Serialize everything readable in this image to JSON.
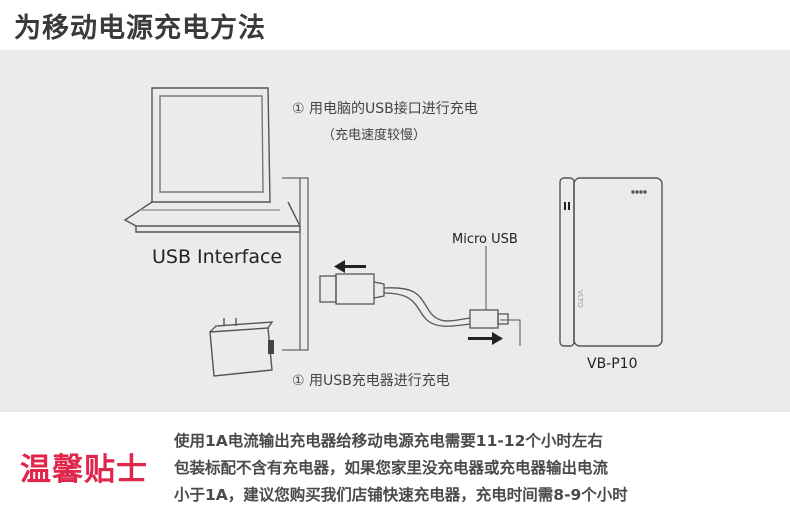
{
  "header": {
    "title": "为移动电源充电方法"
  },
  "diagram": {
    "method1_label": "① 用电脑的USB接口进行充电",
    "method1_note": "（充电速度较慢）",
    "usb_interface_label": "USB Interface",
    "micro_usb_label": "Micro USB",
    "device_model": "VB-P10",
    "device_brand": "VLTO",
    "method2_label": "① 用USB充电器进行充电"
  },
  "tips": {
    "title": "温馨贴士",
    "lines": [
      "使用1A电流输出充电器给移动电源充电需要11-12个小时左右",
      "包装标配不含有充电器，如果您家里没充电器或充电器输出电流",
      "小于1A，建议您购买我们店铺快速充电器，充电时间需8-9个小时"
    ]
  },
  "colors": {
    "tips_accent": "#e0264a",
    "diagram_bg": "#ebebeb"
  }
}
